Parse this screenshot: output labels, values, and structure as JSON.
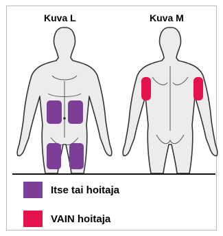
{
  "figures": {
    "left_title": "Kuva L",
    "right_title": "Kuva M"
  },
  "colors": {
    "self_or_caregiver": "#7b3f98",
    "caregiver_only": "#e5124b",
    "body_fill": "#ececec",
    "body_outline": "#333333"
  },
  "legend": {
    "item_1_label": "Itse tai hoitaja",
    "item_2_label": "VAIN hoitaja"
  }
}
